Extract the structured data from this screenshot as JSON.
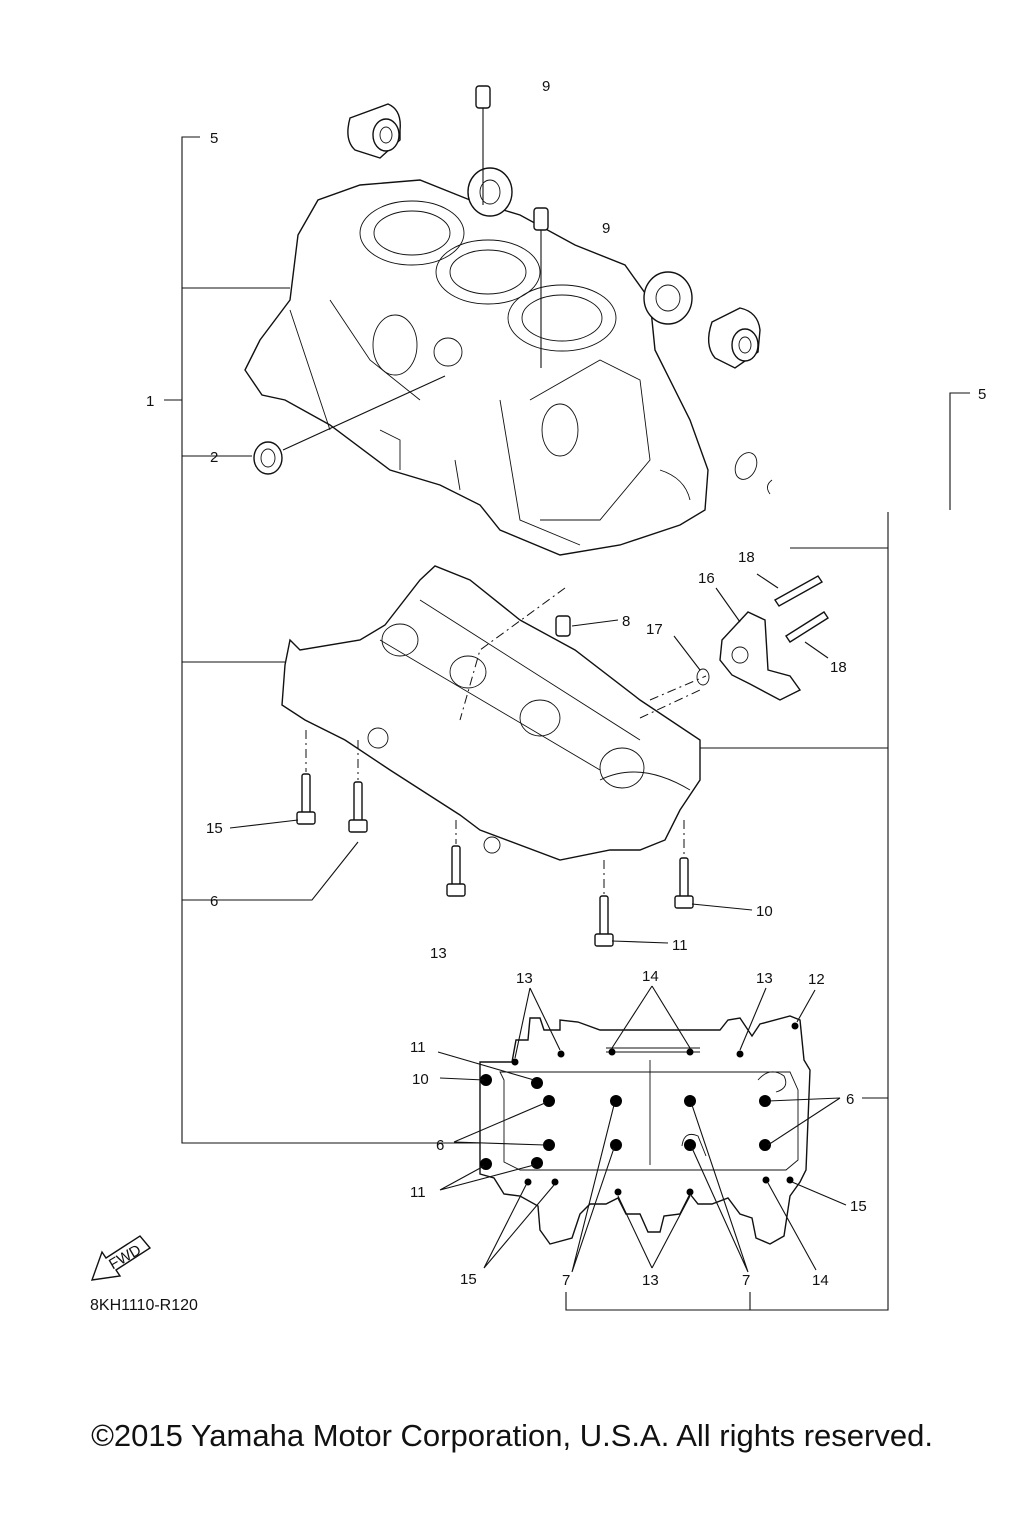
{
  "diagram": {
    "drawing_code": "8KH1110-R120",
    "fwd_label": "FWD",
    "copyright": "©2015 Yamaha Motor Corporation, U.S.A. All rights reserved.",
    "callouts": {
      "c1": "1",
      "c2": "2",
      "c5a": "5",
      "c5b": "5",
      "c6a": "6",
      "c9a": "9",
      "c9b": "9",
      "c8": "8",
      "c16": "16",
      "c17": "17",
      "c18a": "18",
      "c18b": "18",
      "c15a": "15",
      "c10a": "10",
      "c13a": "13",
      "c11a": "11",
      "g13a": "13",
      "g14a": "14",
      "g13b": "13",
      "g12": "12",
      "g11a": "11",
      "g10": "10",
      "g6a": "6",
      "g6b": "6",
      "g11b": "11",
      "g15a": "15",
      "g15b": "15",
      "g7a": "7",
      "g13c": "13",
      "g7b": "7",
      "g14b": "14"
    }
  }
}
